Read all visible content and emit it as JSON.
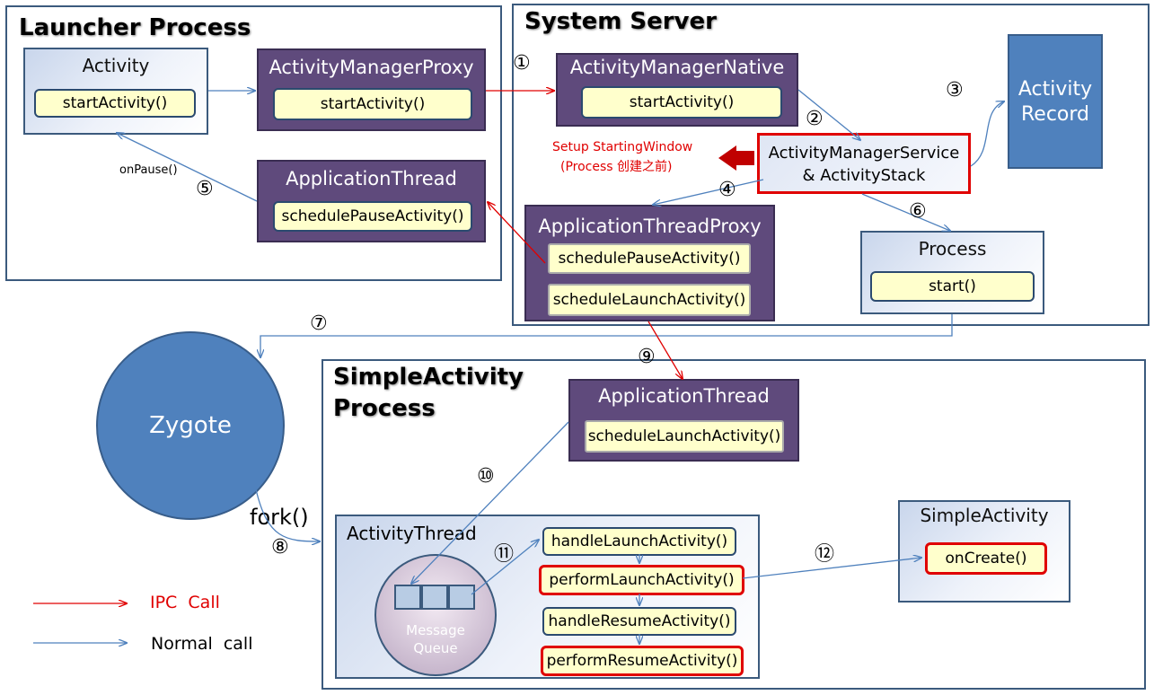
{
  "launcher": {
    "title": "Launcher Process",
    "activity": {
      "title": "Activity",
      "method": "startActivity()"
    },
    "proxy": {
      "title": "ActivityManagerProxy",
      "method": "startActivity()"
    },
    "app_thread": {
      "title": "ApplicationThread",
      "method": "schedulePauseActivity()"
    },
    "on_pause": "onPause()"
  },
  "system_server": {
    "title": "System Server",
    "native": {
      "title": "ActivityManagerNative",
      "method": "startActivity()"
    },
    "ams": {
      "line1": "ActivityManagerService",
      "line2": "& ActivityStack"
    },
    "record": {
      "line1": "Activity",
      "line2": "Record"
    },
    "note": {
      "line1": "Setup StartingWindow",
      "line2": "(Process 创建之前)"
    },
    "app_thread_proxy": {
      "title": "ApplicationThreadProxy",
      "method1": "schedulePauseActivity()",
      "method2": "scheduleLaunchActivity()"
    },
    "process": {
      "title": "Process",
      "method": "start()"
    }
  },
  "zygote": {
    "label": "Zygote",
    "fork": "fork()"
  },
  "simple_process": {
    "title_line1": "SimpleActivity",
    "title_line2": "Process",
    "app_thread": {
      "title": "ApplicationThread",
      "method": "scheduleLaunchActivity()"
    },
    "activity_thread": {
      "title": "ActivityThread",
      "queue_line1": "Message",
      "queue_line2": "Queue",
      "methods": [
        "handleLaunchActivity()",
        "performLaunchActivity()",
        "handleResumeActivity()",
        "performResumeActivity()"
      ]
    },
    "simple_activity": {
      "title": "SimpleActivity",
      "method": "onCreate()"
    }
  },
  "steps": [
    "①",
    "②",
    "③",
    "④",
    "⑤",
    "⑥",
    "⑦",
    "⑧",
    "⑨",
    "⑩",
    "⑪",
    "⑫"
  ],
  "legend": {
    "ipc": "IPC  Call",
    "normal": "Normal  call"
  },
  "colors": {
    "ipc": "#e00000",
    "normal": "#4f81bd",
    "purple": "#5f4a7c",
    "yellow": "#ffffcc",
    "dark_blue": "#3b6fb0"
  }
}
